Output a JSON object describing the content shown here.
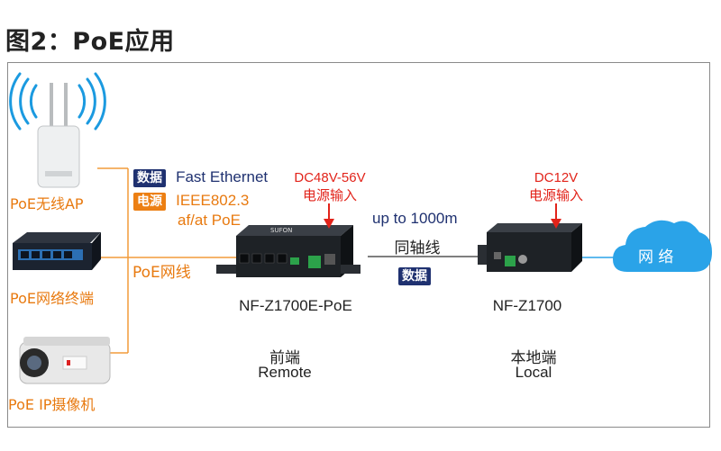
{
  "title": "图2：PoE应用",
  "devices": {
    "ap_label": "PoE无线AP",
    "terminal_label": "PoE网络终端",
    "camera_label": "PoE IP摄像机"
  },
  "legend": {
    "data_badge": "数据",
    "data_text": "Fast Ethernet",
    "power_badge": "电源",
    "power_text_1": "IEEE802.3",
    "power_text_2": "af/at PoE"
  },
  "poe_cable_label": "PoE网线",
  "remote_unit": {
    "power_spec": "DC48V-56V",
    "power_input": "电源输入",
    "model": "NF-Z1700E-PoE",
    "role_cn": "前端",
    "role_en": "Remote",
    "brand": "SUFON"
  },
  "coax": {
    "speed": "up to 1000m",
    "medium": "同轴线",
    "badge": "数据"
  },
  "local_unit": {
    "power_spec": "DC12V",
    "power_input": "电源输入",
    "model": "NF-Z1700",
    "role_cn": "本地端",
    "role_en": "Local"
  },
  "network_label": "网 络",
  "colors": {
    "orange_line": "#f29b3a",
    "navy_badge": "#1f3170",
    "orange_badge": "#ec7f13",
    "red_text": "#e2231a",
    "cloud_blue": "#2aa3e8"
  }
}
